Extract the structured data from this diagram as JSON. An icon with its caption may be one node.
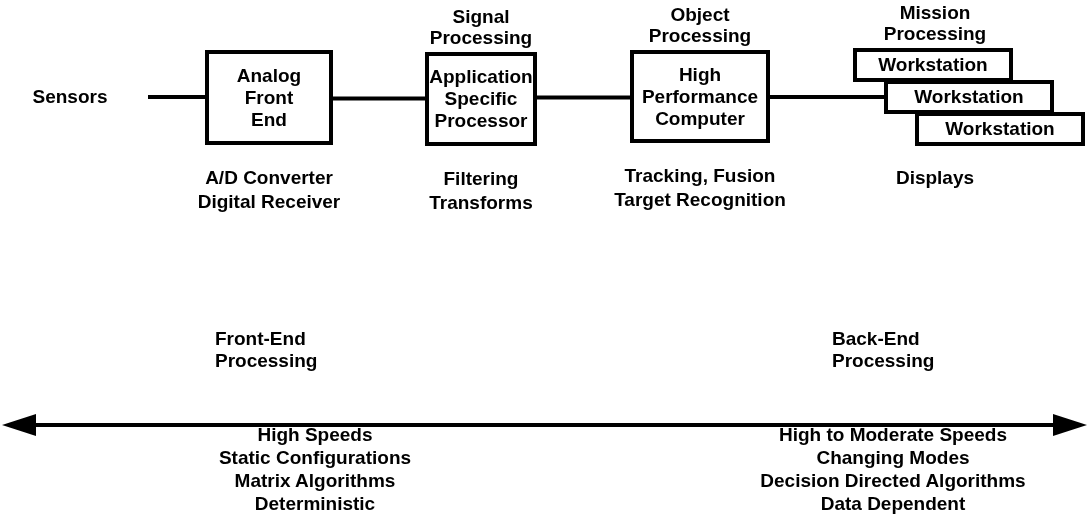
{
  "diagram": {
    "nodes": [
      {
        "text": [
          "Sensors"
        ]
      },
      {
        "text": [
          "Analog Front End"
        ],
        "beside": [
          "A/D Converter",
          "Digital Receiver"
        ]
      },
      {
        "text": [
          "Signal Processing",
          "Application Specific Processor"
        ],
        "beside": [
          "Filtering",
          "Transforms"
        ]
      },
      {
        "text": [
          "Object Processing",
          "High Performance Computer"
        ],
        "beside": [
          "Tracking, Fusion",
          "Target Recognition"
        ]
      },
      {
        "text": [
          "Workstation"
        ]
      },
      {
        "text": [
          "Workstation"
        ]
      },
      {
        "text": [
          "Workstation"
        ]
      }
    ],
    "edges": [
      {
        "from": 0,
        "to": 1,
        "arrow": "none"
      },
      {
        "from": 1,
        "to": 2,
        "arrow": "none"
      },
      {
        "from": 2,
        "to": 3,
        "arrow": "none"
      },
      {
        "from": 3,
        "to": 5,
        "arrow": "none"
      }
    ],
    "labels": [
      "Mission Processing",
      "Displays",
      "Front-End Processing",
      "Back-End Processing",
      "High Speeds",
      "Static Configurations",
      "Matrix Algorithms",
      "Deterministic",
      "High to Moderate Speeds",
      "Changing Modes",
      "Decision Directed Algorithms",
      "Data Dependent"
    ]
  }
}
